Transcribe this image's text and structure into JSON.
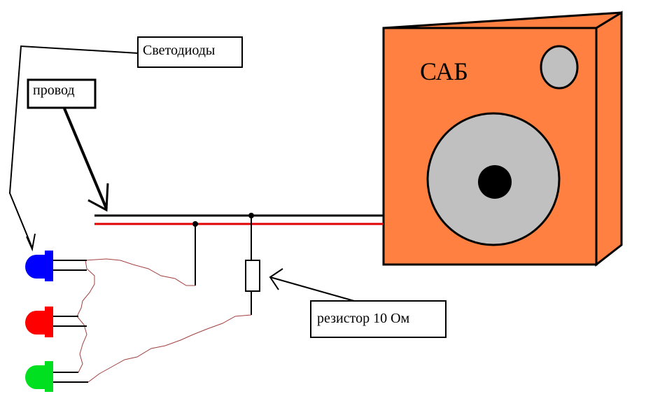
{
  "labels": {
    "leds": "Светодиоды",
    "wire": "провод",
    "resistor": "резистор 10 Ом",
    "subwoofer": "САБ"
  },
  "colors": {
    "background": "#ffffff",
    "speaker_body": "#ff8040",
    "speaker_grey": "#c0c0c0",
    "wire_black": "#000000",
    "wire_red": "#e00000",
    "thin_wire": "#a04040",
    "led_blue": "#0000ff",
    "led_red": "#ff0000",
    "led_green": "#00e020"
  },
  "leds": [
    {
      "name": "led-blue",
      "color": "blue"
    },
    {
      "name": "led-red",
      "color": "red"
    },
    {
      "name": "led-green",
      "color": "green"
    }
  ]
}
